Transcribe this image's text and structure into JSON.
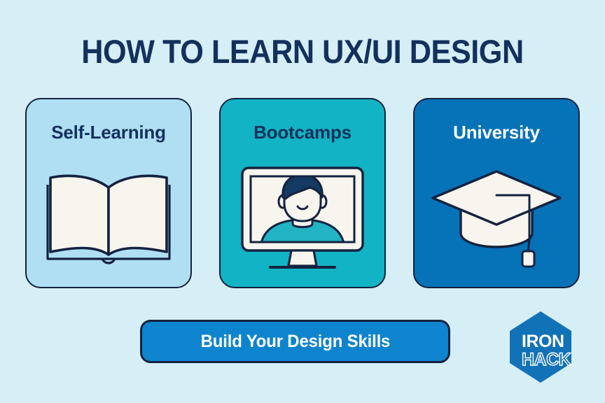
{
  "page": {
    "title": "HOW TO LEARN UX/UI DESIGN",
    "background_color": "#d6eef6",
    "ink_color": "#14223f"
  },
  "cards": [
    {
      "label": "Self-Learning",
      "icon": "open-book-icon",
      "background_color": "#b0dff4",
      "text_color": "#14305c"
    },
    {
      "label": "Bootcamps",
      "icon": "desktop-monitor-person-icon",
      "background_color": "#11b3c4",
      "text_color": "#14305c"
    },
    {
      "label": "University",
      "icon": "graduation-cap-icon",
      "background_color": "#0672b8",
      "text_color": "#ffffff"
    }
  ],
  "cta": {
    "label": "Build Your Design Skills",
    "background_color": "#0d84cd",
    "text_color": "#ffffff"
  },
  "logo": {
    "line1": "IRON",
    "line2": "HACK",
    "shape": "hexagon",
    "background_color": "#1272b8"
  }
}
